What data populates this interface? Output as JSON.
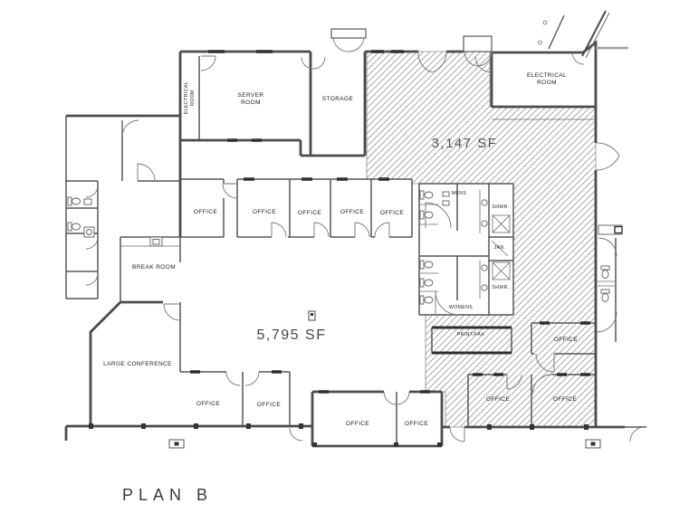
{
  "plan": {
    "title": "PLAN B",
    "area_hatched": "3,147 SF",
    "area_open": "5,795 SF",
    "rooms": {
      "electrical_line1": "ELECTRICAL",
      "electrical_line2": "ROOM",
      "server_line1": "SERVER",
      "server_line2": "ROOM",
      "storage": "STORAGE",
      "office": "OFFICE",
      "break_room": "BREAK ROOM",
      "large_conference": "LARGE CONFERENCE",
      "mens": "MENS",
      "womens": "WOMENS",
      "shower": "SHWR.",
      "janitor": "JAN.",
      "print_fax": "PRINT/FAX"
    }
  }
}
